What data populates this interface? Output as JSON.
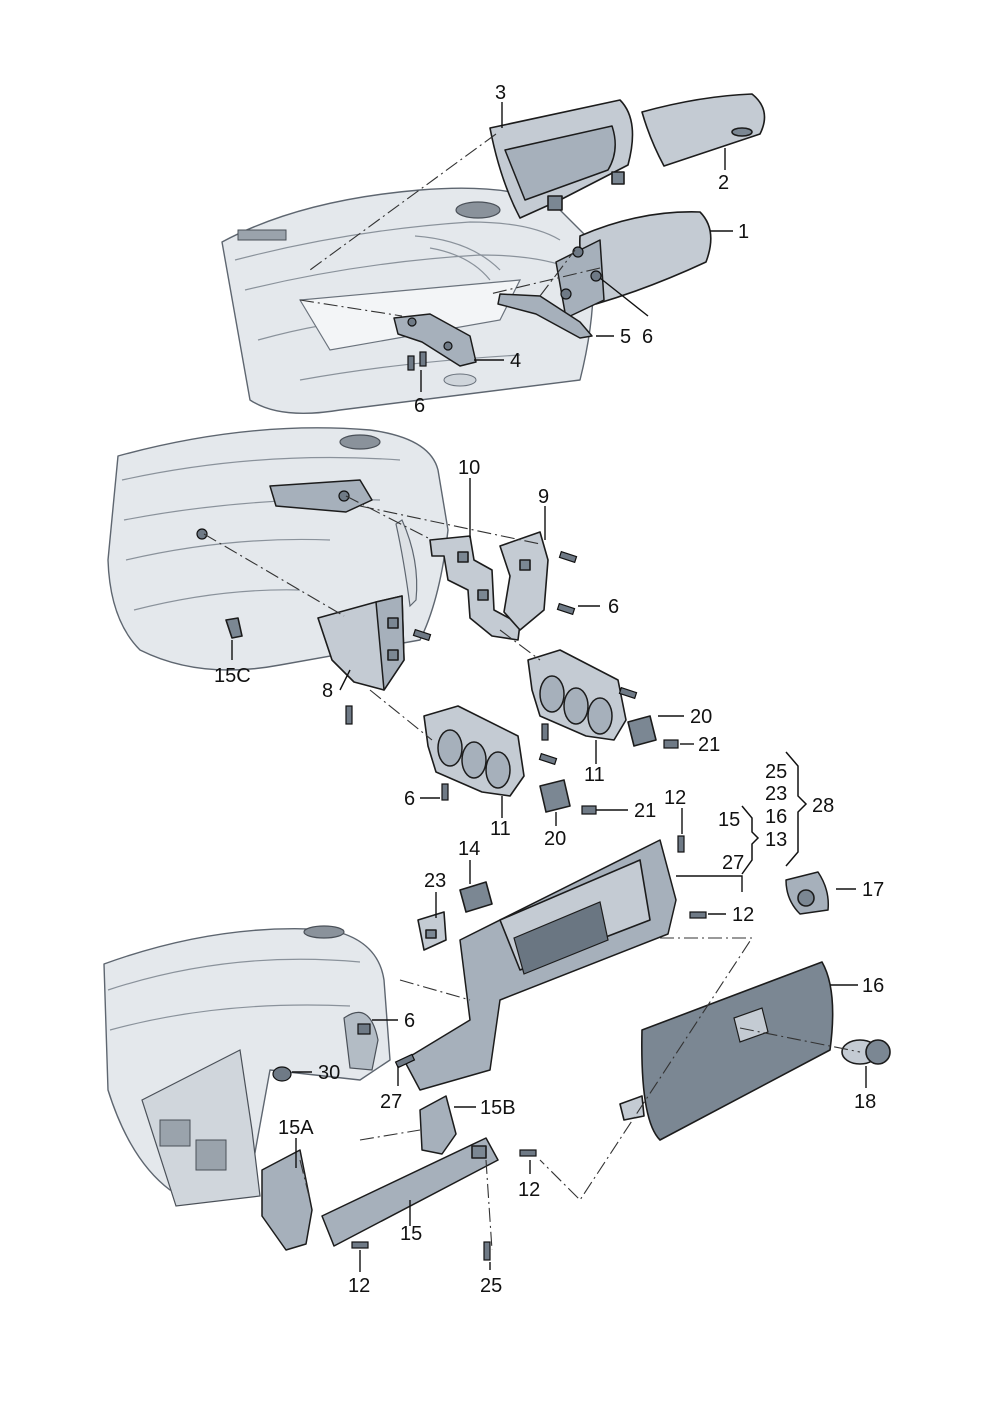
{
  "callouts": {
    "n1": "1",
    "n2": "2",
    "n3": "3",
    "n4": "4",
    "n5": "5",
    "n6a": "6",
    "n6b": "6",
    "n6c": "6",
    "n6d": "6",
    "n6e": "6",
    "n8": "8",
    "n9": "9",
    "n10": "10",
    "n11a": "11",
    "n11b": "11",
    "n12a": "12",
    "n12b": "12",
    "n12c": "12",
    "n12d": "12",
    "n13": "13",
    "n14": "14",
    "n15a": "15",
    "n15b": "15",
    "n15A": "15A",
    "n15B": "15B",
    "n15C": "15C",
    "n16a": "16",
    "n16b": "16",
    "n17": "17",
    "n18": "18",
    "n20a": "20",
    "n20b": "20",
    "n21a": "21",
    "n21b": "21",
    "n23a": "23",
    "n23b": "23",
    "n25a": "25",
    "n25b": "25",
    "n27a": "27",
    "n27b": "27",
    "n28": "28",
    "n30": "30"
  }
}
